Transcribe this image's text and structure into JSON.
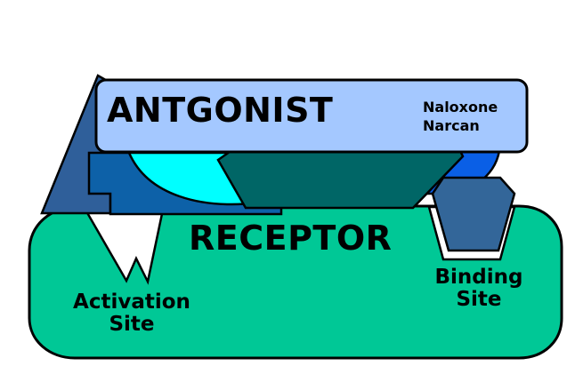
{
  "antagonist": {
    "title": "ANTGONIST",
    "drug_names": [
      "Naloxone",
      "Narcan"
    ]
  },
  "receptor": {
    "title": "RECEPTOR",
    "activation_site": [
      "Activation",
      "Site"
    ],
    "binding_site": [
      "Binding",
      "Site"
    ]
  },
  "colors": {
    "receptor_fill": "#00c896",
    "antagonist_bar": "#a4c8ff",
    "left_wedge": "#2f5f9a",
    "inner_dark_blue": "#0d61a8",
    "cyan_lobe": "#00ffff",
    "teal_trapezoid": "#006666",
    "right_blue_lobe": "#0a5fe6",
    "binding_plug": "#336699",
    "outline": "#000000"
  }
}
